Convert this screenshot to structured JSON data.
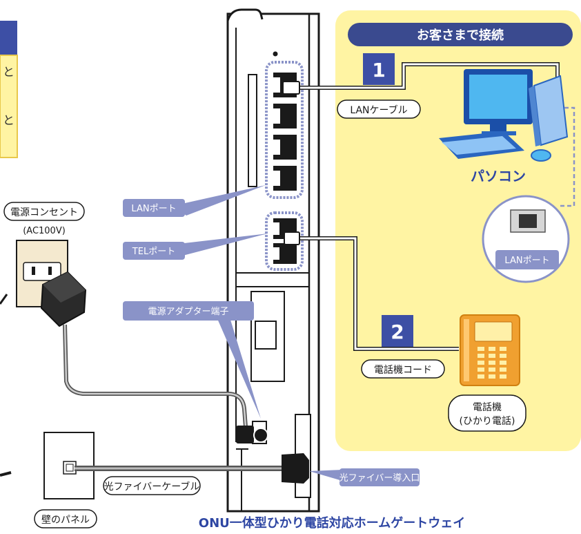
{
  "panel": {
    "title": "お客さまで接続",
    "step1": "1",
    "step2": "2",
    "pc_label": "パソコン",
    "pc_port_label": "LANポート",
    "phone_label_line1": "電話機",
    "phone_label_line2": "(ひかり電話)"
  },
  "labels": {
    "lan_cable": "LANケーブル",
    "lan_port": "LANポート",
    "tel_port": "TELポート",
    "power_adapter_terminal": "電源アダプター端子",
    "phone_cord": "電話機コード",
    "fiber_inlet": "光ファイバー導入口",
    "power_outlet": "電源コンセント",
    "ac_voltage": "(AC100V)",
    "fiber_cable": "光ファイバーケーブル",
    "wall_panel": "壁のパネル"
  },
  "device": {
    "title": "ONU一体型ひかり電話対応ホームゲートウェイ"
  },
  "left_note": {
    "chars": [
      "と",
      "と"
    ]
  },
  "colors": {
    "panel_bg": "#fff4a3",
    "navy": "#3a4a8f",
    "lavender": "#8a93c8",
    "step_blue": "#3d4fa5",
    "title_blue": "#2e46a3",
    "orange": "#f0a030"
  }
}
